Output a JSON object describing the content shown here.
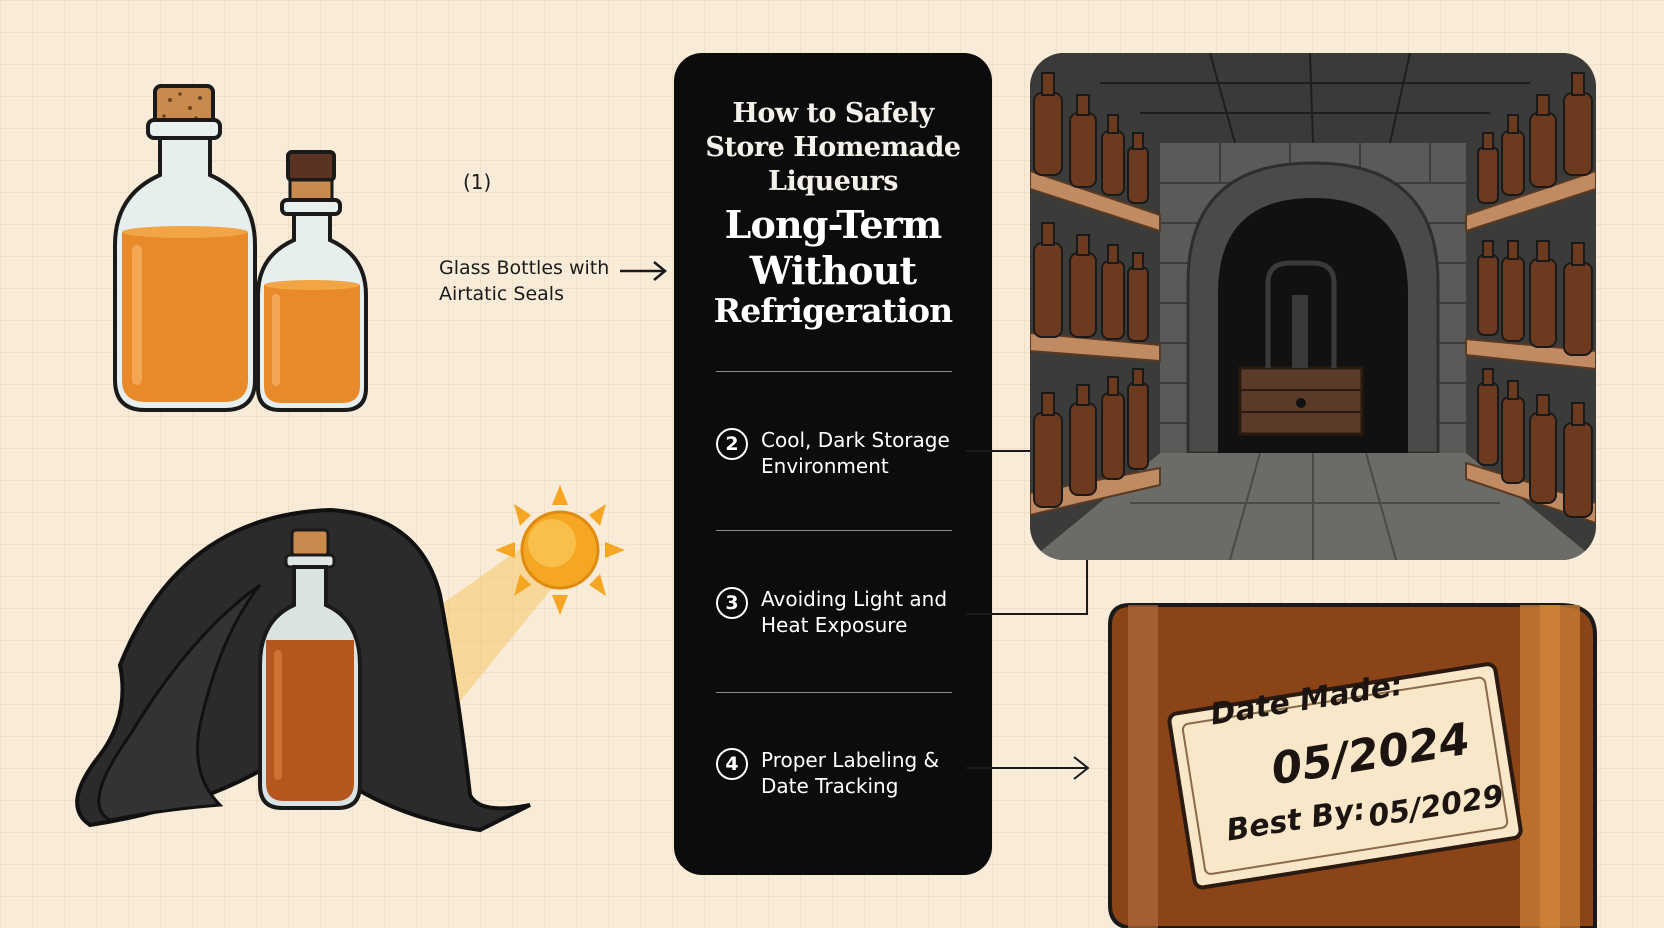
{
  "title": {
    "line1": "How to Safely",
    "line2": "Store Homemade",
    "line3": "Liqueurs",
    "line4": "Long-Term",
    "line5": "Without",
    "line6": "Refrigeration"
  },
  "steps": [
    {
      "num": "(1)",
      "line1": "Glass Bottles with",
      "line2": "Airtatic Seals"
    },
    {
      "num": "2",
      "line1": "Cool, Dark Storage",
      "line2": "Environment"
    },
    {
      "num": "3",
      "line1": "Avoiding Light and",
      "line2": "Heat Exposure"
    },
    {
      "num": "4",
      "line1": "Proper Labeling &",
      "line2": "Date Tracking"
    }
  ],
  "label_card": {
    "date_made_label": "Date Made:",
    "date_made_value": "05/2024",
    "best_by_label": "Best By:",
    "best_by_value": "05/2029"
  },
  "colors": {
    "background": "#f8ecd8",
    "panel": "#0c0c0c",
    "liqueur": "#e98a2a",
    "sun": "#f5a623"
  }
}
